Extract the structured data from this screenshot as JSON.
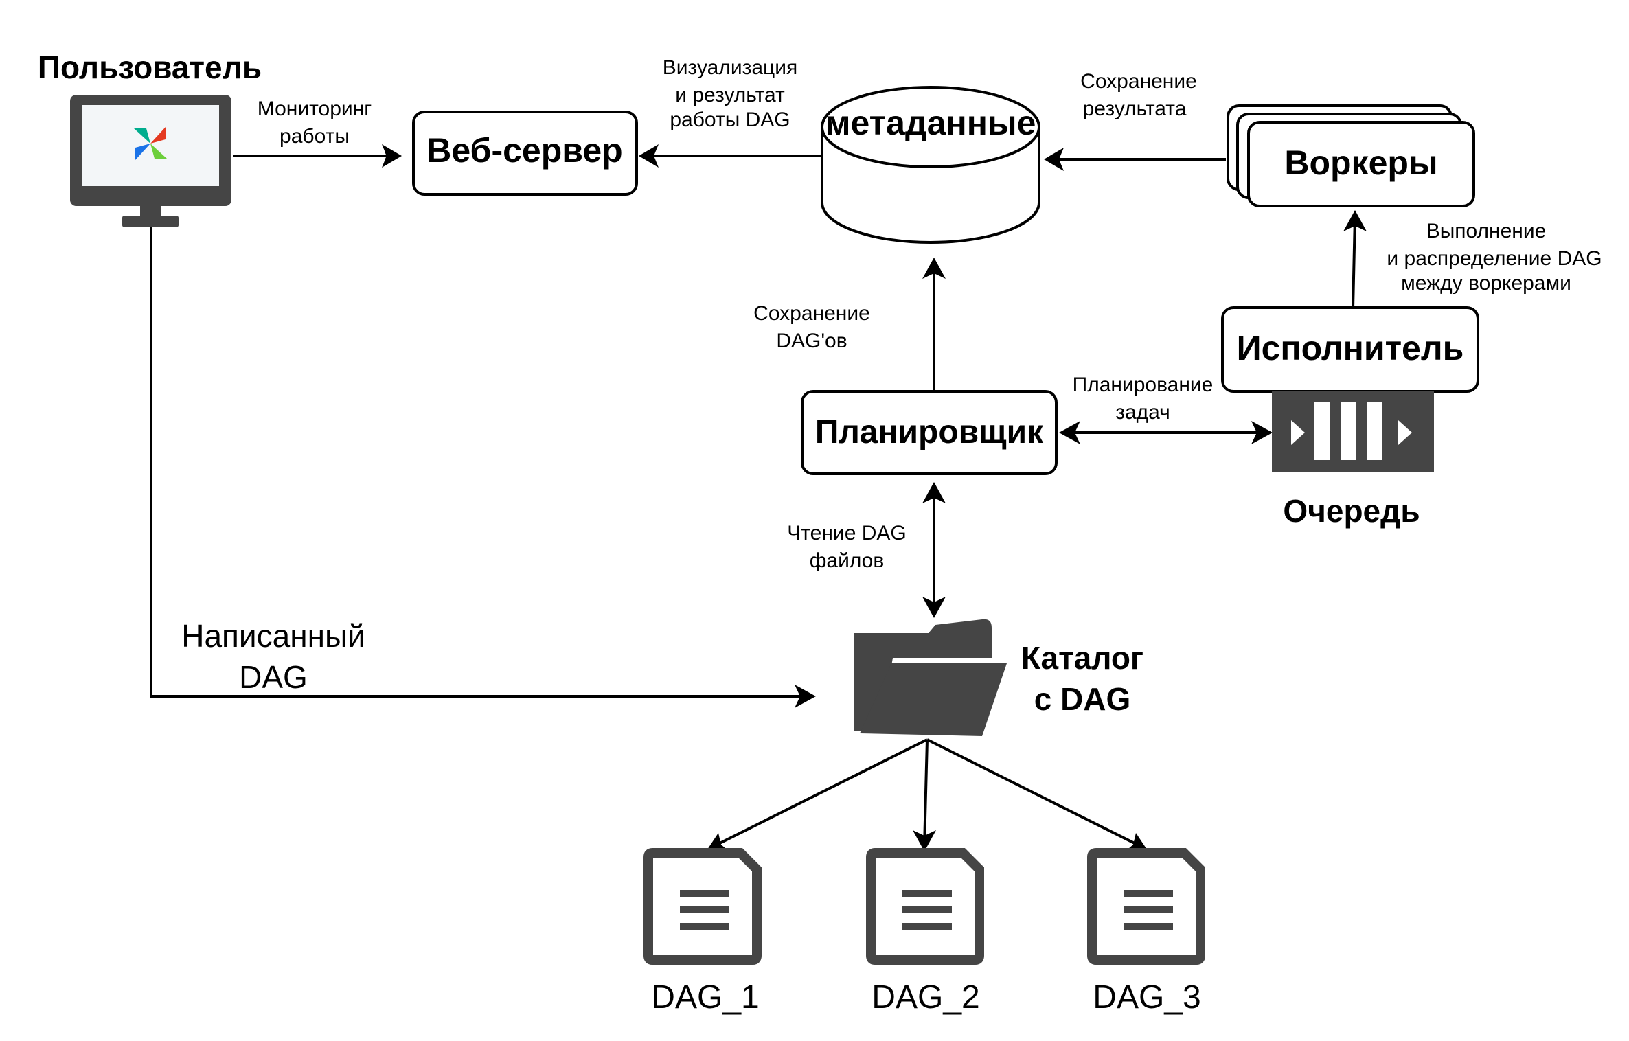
{
  "colors": {
    "stroke": "#000000",
    "icon": "#454545",
    "screen": "#f3f6f8",
    "logo_blue": "#1a73e8",
    "logo_teal": "#00ad8e",
    "logo_green": "#6ccf3c",
    "logo_red": "#e43921"
  },
  "icons": [
    "monitor-icon",
    "airflow-logo-icon",
    "database-cylinder-icon",
    "stacked-cards-icon",
    "queue-icon",
    "folder-icon",
    "document-icon"
  ],
  "nodes": {
    "user": "Пользователь",
    "webserver": "Веб-сервер",
    "metadata": "метаданные",
    "workers": "Воркеры",
    "executor": "Исполнитель",
    "scheduler": "Планировщик",
    "queue": "Очередь",
    "catalog": [
      "Каталог",
      "с DAG"
    ],
    "dag_files": [
      "DAG_1",
      "DAG_2",
      "DAG_3"
    ]
  },
  "edges": {
    "monitoring": [
      "Мониторинг",
      "работы"
    ],
    "visualization": [
      "Визуализация",
      "и результат",
      "работы DAG"
    ],
    "save_result": [
      "Сохранение",
      "результата"
    ],
    "execution": [
      "Выполнение",
      "и распределение  DAG",
      "между воркерами"
    ],
    "save_dags": [
      "Сохранение",
      "DAG'ов"
    ],
    "planning": [
      "Планирование",
      "задач"
    ],
    "read_dag": [
      "Чтение DAG",
      "файлов"
    ],
    "written_dag": [
      "Написанный",
      "DAG"
    ]
  }
}
